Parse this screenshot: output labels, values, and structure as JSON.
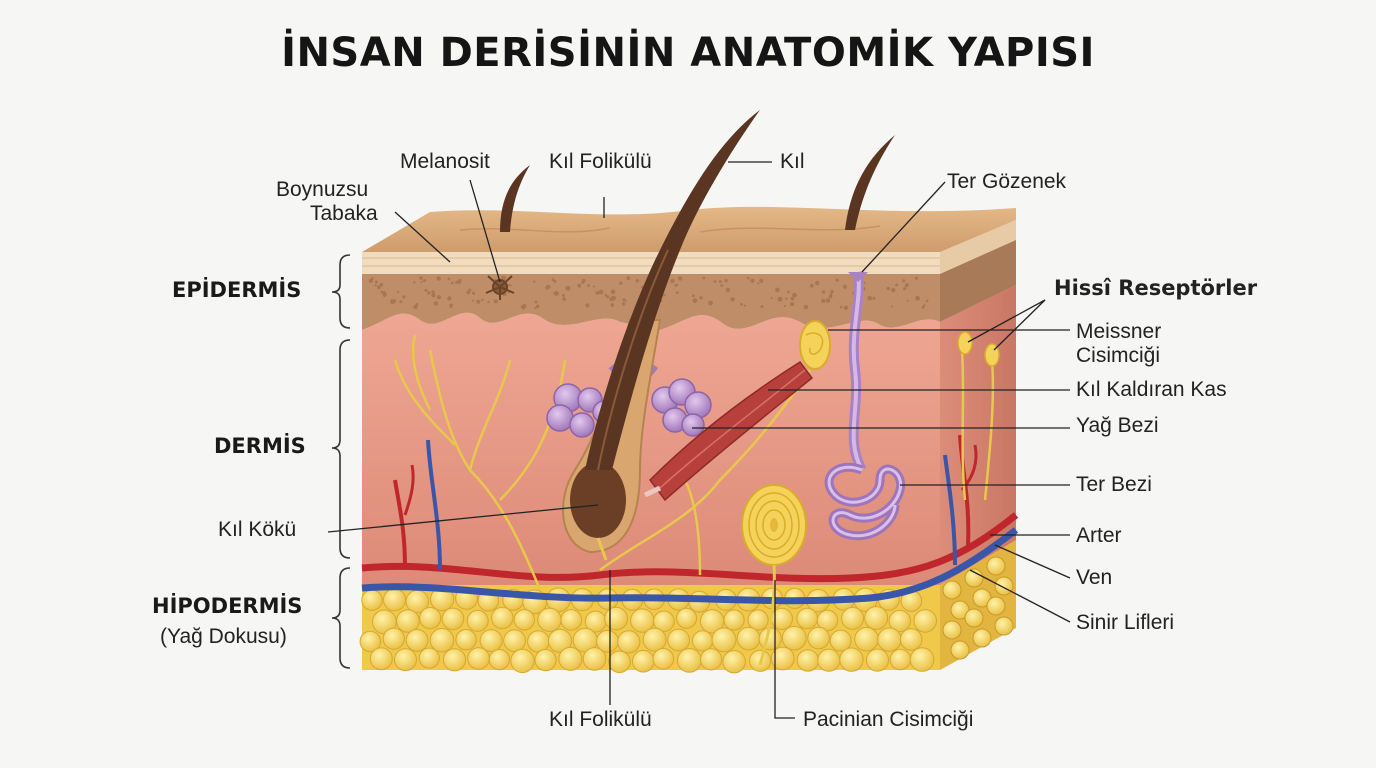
{
  "title": "İNSAN DERİSİNİN ANATOMİK YAPISI",
  "layers": {
    "epidermis": "EPİDERMİS",
    "dermis": "DERMİS",
    "hypodermis": "HİPODERMİS",
    "hypodermis_sub": "(Yağ Dokusu)"
  },
  "labels": {
    "boynuzsu": "Boynuzsu",
    "tabaka": "Tabaka",
    "melanosit": "Melanosit",
    "kil_folikulu_top": "Kıl Folikülü",
    "kil": "Kıl",
    "ter_gozenek": "Ter Gözenek",
    "hissi": "Hissî Reseptörler",
    "meissner": "Meissner",
    "cisimcigi": "Cisimciği",
    "kil_kaldiran": "Kıl Kaldıran Kas",
    "yag_bezi": "Yağ Bezi",
    "ter_bezi": "Ter Bezi",
    "arter": "Arter",
    "ven": "Ven",
    "sinir": "Sinir Lifleri",
    "kil_koku": "Kıl Kökü",
    "kil_folikulu_bottom": "Kıl Folikülü",
    "pacinian": "Pacinian Cisimciği"
  },
  "colors": {
    "epidermis_top": "#d8a877",
    "epidermis_layer": "#bf8f6a",
    "dermis": "#e69b88",
    "fat": "#f3d25c",
    "artery": "#c0272d",
    "vein": "#3a56a8",
    "nerve": "#e8c84a",
    "hair": "#5a3522",
    "gland": "#b48ac8"
  }
}
